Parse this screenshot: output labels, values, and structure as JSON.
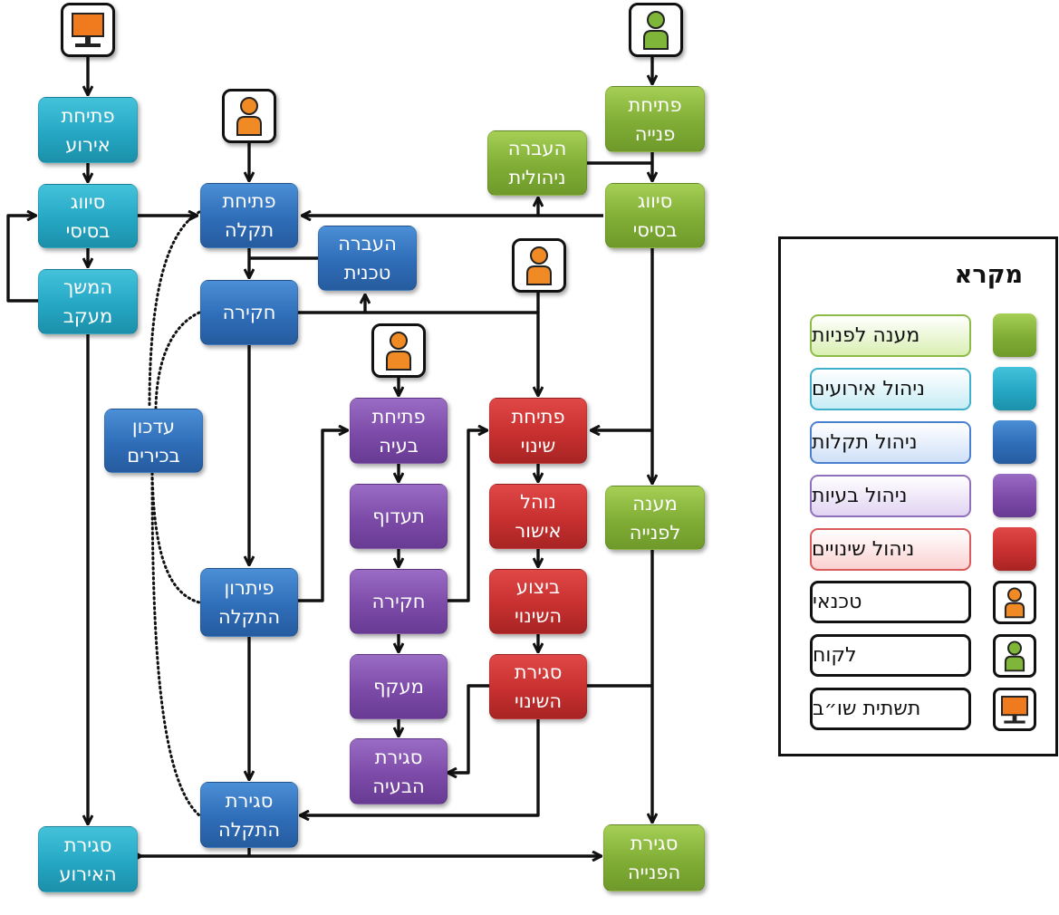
{
  "nodes": {
    "open_incident": {
      "line1": "פתיחת",
      "line2": "אירוע"
    },
    "classify_incident": {
      "line1": "סיווג",
      "line2": "בסיסי"
    },
    "continue_tracking": {
      "line1": "המשך",
      "line2": "מעקב"
    },
    "close_incident": {
      "line1": "סגירת",
      "line2": "האירוע"
    },
    "open_fault": {
      "line1": "פתיחת",
      "line2": "תקלה"
    },
    "technical_transfer": {
      "line1": "העברה",
      "line2": "טכנית"
    },
    "investigate_fault": {
      "line1": "חקירה"
    },
    "update_major": {
      "line1": "עדכון",
      "line2": "בכירים"
    },
    "resolve_fault": {
      "line1": "פיתרון",
      "line2": "התקלה"
    },
    "close_fault": {
      "line1": "סגירת",
      "line2": "התקלה"
    },
    "open_problem": {
      "line1": "פתיחת",
      "line2": "בעיה"
    },
    "prioritize": {
      "line1": "תעדוף"
    },
    "investigate_problem": {
      "line1": "חקירה"
    },
    "workaround": {
      "line1": "מעקף"
    },
    "close_problem": {
      "line1": "סגירת",
      "line2": "הבעיה"
    },
    "open_change": {
      "line1": "פתיחת",
      "line2": "שינוי"
    },
    "approval": {
      "line1": "נוהל",
      "line2": "אישור"
    },
    "execute_change": {
      "line1": "ביצוע",
      "line2": "השינוי"
    },
    "close_change": {
      "line1": "סגירת",
      "line2": "השינוי"
    },
    "open_request": {
      "line1": "פתיחת",
      "line2": "פנייה"
    },
    "management_transfer": {
      "line1": "העברה",
      "line2": "ניהולית"
    },
    "classify_request": {
      "line1": "סיווג",
      "line2": "בסיסי"
    },
    "respond_request": {
      "line1": "מענה",
      "line2": "לפנייה"
    },
    "close_request": {
      "line1": "סגירת",
      "line2": "הפנייה"
    }
  },
  "legend": {
    "title": "מקרא",
    "items": [
      {
        "label": "מענה לפניות",
        "color": "#80ad35"
      },
      {
        "label": "ניהול אירועים",
        "color": "#25a7c4"
      },
      {
        "label": "ניהול תקלות",
        "color": "#2f6db8"
      },
      {
        "label": "ניהול בעיות",
        "color": "#7c4ba8"
      },
      {
        "label": "ניהול שינויים",
        "color": "#c7302f"
      }
    ],
    "actors": [
      {
        "label": "טכנאי",
        "icon": "technician-icon"
      },
      {
        "label": "לקוח",
        "icon": "customer-icon"
      },
      {
        "label": "תשתית שו״ב",
        "icon": "infrastructure-monitor-icon"
      }
    ]
  },
  "colors": {
    "technician": "#f08a24",
    "customer": "#7fb539",
    "monitor": "#f07b1f",
    "arrow": "#111111"
  }
}
